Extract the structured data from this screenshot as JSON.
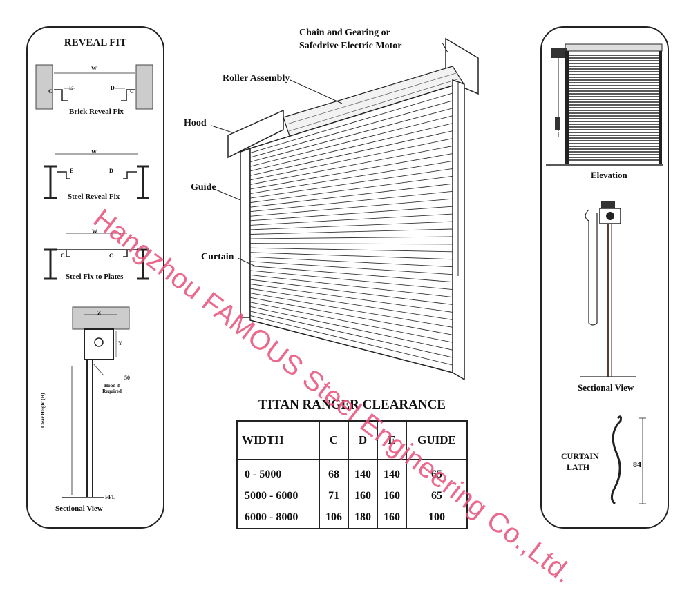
{
  "reveal_fit": {
    "title": "REVEAL FIT",
    "brick": {
      "label": "Brick Reveal Fix",
      "w": "W",
      "e": "E",
      "d": "D",
      "c1": "C",
      "c2": "C"
    },
    "steel": {
      "label": "Steel Reveal Fix",
      "w": "W",
      "e": "E",
      "d": "D"
    },
    "plates": {
      "label": "Steel Fix to Plates",
      "w": "W",
      "c1": "C",
      "c2": "C"
    },
    "sectional": {
      "label": "Sectional View",
      "z": "Z",
      "y": "Y",
      "hood": "Hood if Required",
      "dim": "50",
      "clear_height": "Clear Height (H)",
      "ffl": "FFL"
    }
  },
  "main": {
    "chain": "Chain and Gearing or",
    "motor": "Safedrive Electric Motor",
    "roller": "Roller Assembly",
    "hood": "Hood",
    "guide": "Guide",
    "curtain": "Curtain"
  },
  "table": {
    "title": "TITAN RANGER CLEARANCE",
    "headers": [
      "WIDTH",
      "C",
      "D",
      "E",
      "GUIDE"
    ],
    "rows": [
      [
        "0 - 5000",
        "68",
        "140",
        "140",
        "65"
      ],
      [
        "5000 - 6000",
        "71",
        "160",
        "160",
        "65"
      ],
      [
        "6000 - 8000",
        "106",
        "180",
        "160",
        "100"
      ]
    ]
  },
  "right_panel": {
    "elevation": "Elevation",
    "sectional": "Sectional View",
    "lath_1": "CURTAIN",
    "lath_2": "LATH",
    "lath_dim": "84"
  },
  "watermark": "Hangzhou FAMOUS Steel Engineering Co.,Ltd."
}
